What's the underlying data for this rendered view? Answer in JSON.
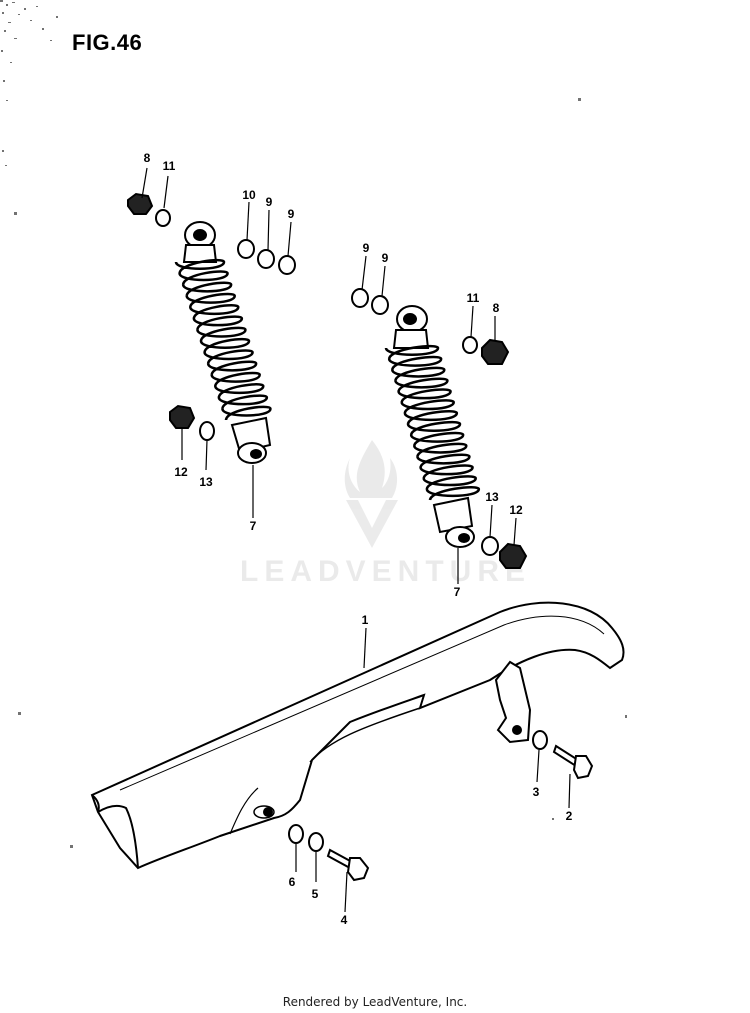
{
  "figure": {
    "title": "FIG.46"
  },
  "watermark": {
    "text": "LEADVENTURE",
    "logo_icon": "leadventure-flame-logo"
  },
  "footer": {
    "text": "Rendered by LeadVenture, Inc."
  },
  "callouts": [
    {
      "name": "callout-8-left",
      "label": "8"
    },
    {
      "name": "callout-11-left",
      "label": "11"
    },
    {
      "name": "callout-10",
      "label": "10"
    },
    {
      "name": "callout-9-a",
      "label": "9"
    },
    {
      "name": "callout-9-b",
      "label": "9"
    },
    {
      "name": "callout-12-left",
      "label": "12"
    },
    {
      "name": "callout-13-left",
      "label": "13"
    },
    {
      "name": "callout-7-left",
      "label": "7"
    },
    {
      "name": "callout-9-c",
      "label": "9"
    },
    {
      "name": "callout-9-d",
      "label": "9"
    },
    {
      "name": "callout-11-right",
      "label": "11"
    },
    {
      "name": "callout-8-right",
      "label": "8"
    },
    {
      "name": "callout-13-right",
      "label": "13"
    },
    {
      "name": "callout-12-right",
      "label": "12"
    },
    {
      "name": "callout-7-right",
      "label": "7"
    },
    {
      "name": "callout-1",
      "label": "1"
    },
    {
      "name": "callout-3",
      "label": "3"
    },
    {
      "name": "callout-2",
      "label": "2"
    },
    {
      "name": "callout-6",
      "label": "6"
    },
    {
      "name": "callout-5",
      "label": "5"
    },
    {
      "name": "callout-4",
      "label": "4"
    }
  ]
}
